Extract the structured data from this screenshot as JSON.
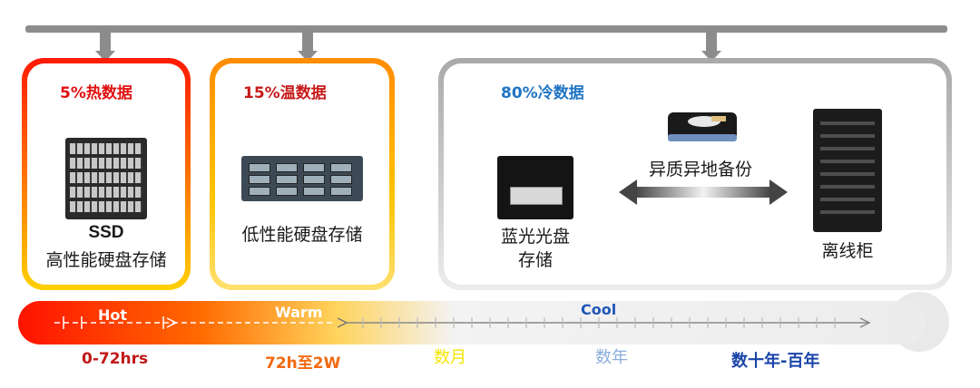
{
  "tiers": {
    "hot": {
      "title": "5%热数据",
      "device_top": "SSD",
      "device_bottom": "高性能硬盘存储"
    },
    "warm": {
      "title": "15%温数据",
      "device": "低性能硬盘存储"
    },
    "cool": {
      "title": "80%冷数据",
      "disc_line1": "蓝光光盘",
      "disc_line2": "存储",
      "backup": "异质异地备份",
      "cabinet": "离线柜"
    }
  },
  "temperature_bar": {
    "hot": "Hot",
    "warm": "Warm",
    "cool": "Cool"
  },
  "spans": {
    "hot": "0-72hrs",
    "warm": "72h至2W",
    "months": "数月",
    "years": "数年",
    "decades": "数十年-百年"
  },
  "colors": {
    "hot": "#e01010",
    "warm": "#f26a10",
    "cool": "#1f74c4",
    "rail": "#8c8c8c"
  }
}
